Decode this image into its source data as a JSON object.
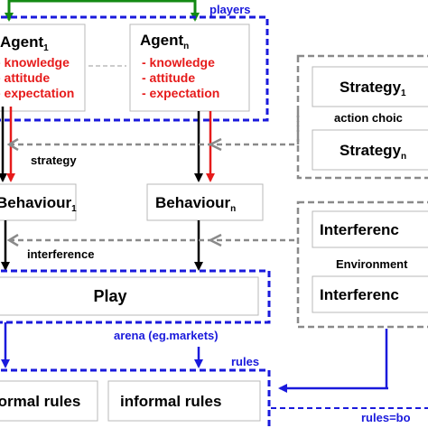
{
  "colors": {
    "blue": "#1a1adc",
    "green": "#138a13",
    "red": "#e61b1b",
    "gray": "#8a8a8a",
    "black": "#000000"
  },
  "players_label": "players",
  "agent1": {
    "name": "Agent",
    "sub": "1",
    "items": [
      "- knowledge",
      "- attitude",
      "- expectation"
    ]
  },
  "agentn": {
    "name": "Agent",
    "sub": "n",
    "items": [
      "- knowledge",
      "- attitude",
      "- expectation"
    ]
  },
  "strategy_label": "strategy",
  "behaviour1": {
    "name": "Behaviour",
    "sub": "1"
  },
  "behaviourn": {
    "name": "Behaviour",
    "sub": "n"
  },
  "interference_label": "interference",
  "play_label": "Play",
  "arena_label": "arena (eg.markets)",
  "rules_label": "rules",
  "formal_rules": "formal rules",
  "informal_rules": "informal rules",
  "rules_bottom_label": "rules=bo",
  "strategy1": {
    "name": "Strategy",
    "sub": "1"
  },
  "strategyn": {
    "name": "Strategy",
    "sub": "n"
  },
  "action_choice_label": "action choic",
  "interference1": "Interferenc",
  "interferencen": "Interferenc",
  "environment_label": "Environment"
}
